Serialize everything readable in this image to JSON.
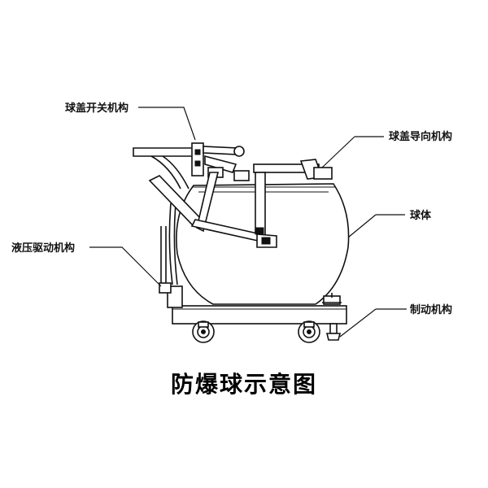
{
  "diagram": {
    "caption": "防爆球示意图",
    "labels": {
      "lid_switch": "球盖开关机构",
      "lid_guide": "球盖导向机构",
      "sphere_body": "球体",
      "hydraulic_drive": "液压驱动机构",
      "brake": "制动机构"
    },
    "colors": {
      "line": "#111111",
      "background": "#ffffff"
    }
  }
}
